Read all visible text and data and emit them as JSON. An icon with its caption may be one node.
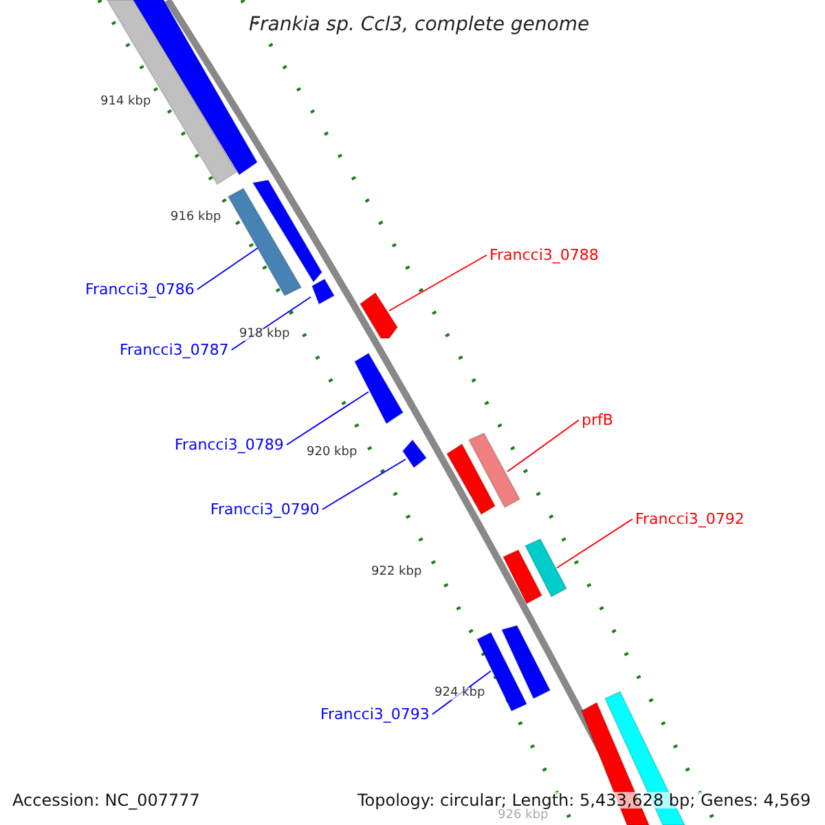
{
  "diagram": {
    "title": "Frankia sp. Ccl3, complete genome",
    "nodes": [
      {
        "text": [
          "Francci3_0788"
        ]
      },
      {
        "text": [
          "Francci3_0786"
        ]
      },
      {
        "text": [
          "Francci3_0787"
        ]
      },
      {
        "text": [
          "prfB"
        ]
      },
      {
        "text": [
          "Francci3_0789"
        ]
      },
      {
        "text": [
          "Francci3_0790"
        ]
      },
      {
        "text": [
          "Francci3_0792"
        ]
      },
      {
        "text": [
          "Francci3_0793"
        ]
      },
      {
        "text": [],
        "shape": "bar"
      },
      {
        "text": [],
        "shape": "bar"
      },
      {
        "text": [],
        "shape": "bar"
      },
      {
        "text": [],
        "shape": "bar"
      },
      {
        "text": [],
        "shape": "bar"
      },
      {
        "text": [],
        "shape": "bar"
      },
      {
        "text": [],
        "shape": "bar"
      },
      {
        "text": [],
        "shape": "bar"
      },
      {
        "text": [],
        "shape": "bar"
      },
      {
        "text": [],
        "shape": "bar"
      },
      {
        "text": [],
        "shape": "bar"
      },
      {
        "text": [],
        "shape": "bar"
      },
      {
        "text": [],
        "shape": "bar"
      },
      {
        "text": [],
        "shape": "bar"
      },
      {
        "text": [],
        "shape": "bar"
      },
      {
        "text": [],
        "shape": "bar"
      }
    ],
    "edges": [
      {
        "from": 0,
        "to": 10,
        "arrow": "none",
        "color": "#ff0000"
      },
      {
        "from": 1,
        "to": 8,
        "arrow": "none"
      },
      {
        "from": 2,
        "to": 9,
        "arrow": "none"
      },
      {
        "from": 3,
        "to": 13,
        "arrow": "none",
        "color": "#ff0000"
      },
      {
        "from": 4,
        "to": 11,
        "arrow": "none"
      },
      {
        "from": 5,
        "to": 12,
        "arrow": "none"
      },
      {
        "from": 6,
        "to": 14,
        "arrow": "none",
        "color": "#ff0000"
      },
      {
        "from": 7,
        "to": 15,
        "arrow": "none"
      }
    ],
    "labels": [
      "914 kbp",
      "916 kbp",
      "918 kbp",
      "920 kbp",
      "922 kbp",
      "924 kbp",
      "Accession: NC_007777",
      "Topology: circular; Length: 5,433,628 bp; Genes: 4,569",
      "926 kbp"
    ]
  }
}
